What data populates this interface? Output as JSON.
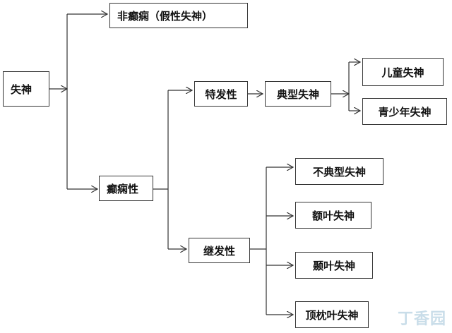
{
  "diagram": {
    "nodes": {
      "root": "失神",
      "non_epileptic": "非癫痫（假性失神）",
      "epileptic": "癫痫性",
      "idiopathic": "特发性",
      "typical": "典型失神",
      "childhood": "儿童失神",
      "juvenile": "青少年失神",
      "secondary": "继发性",
      "atypical": "不典型失神",
      "frontal": "额叶失神",
      "temporal": "颞叶失神",
      "parieto_occipital": "顶枕叶失神"
    }
  },
  "watermark": "丁香园",
  "colors": {
    "line": "#333333",
    "watermark": "#9ec3d8"
  }
}
